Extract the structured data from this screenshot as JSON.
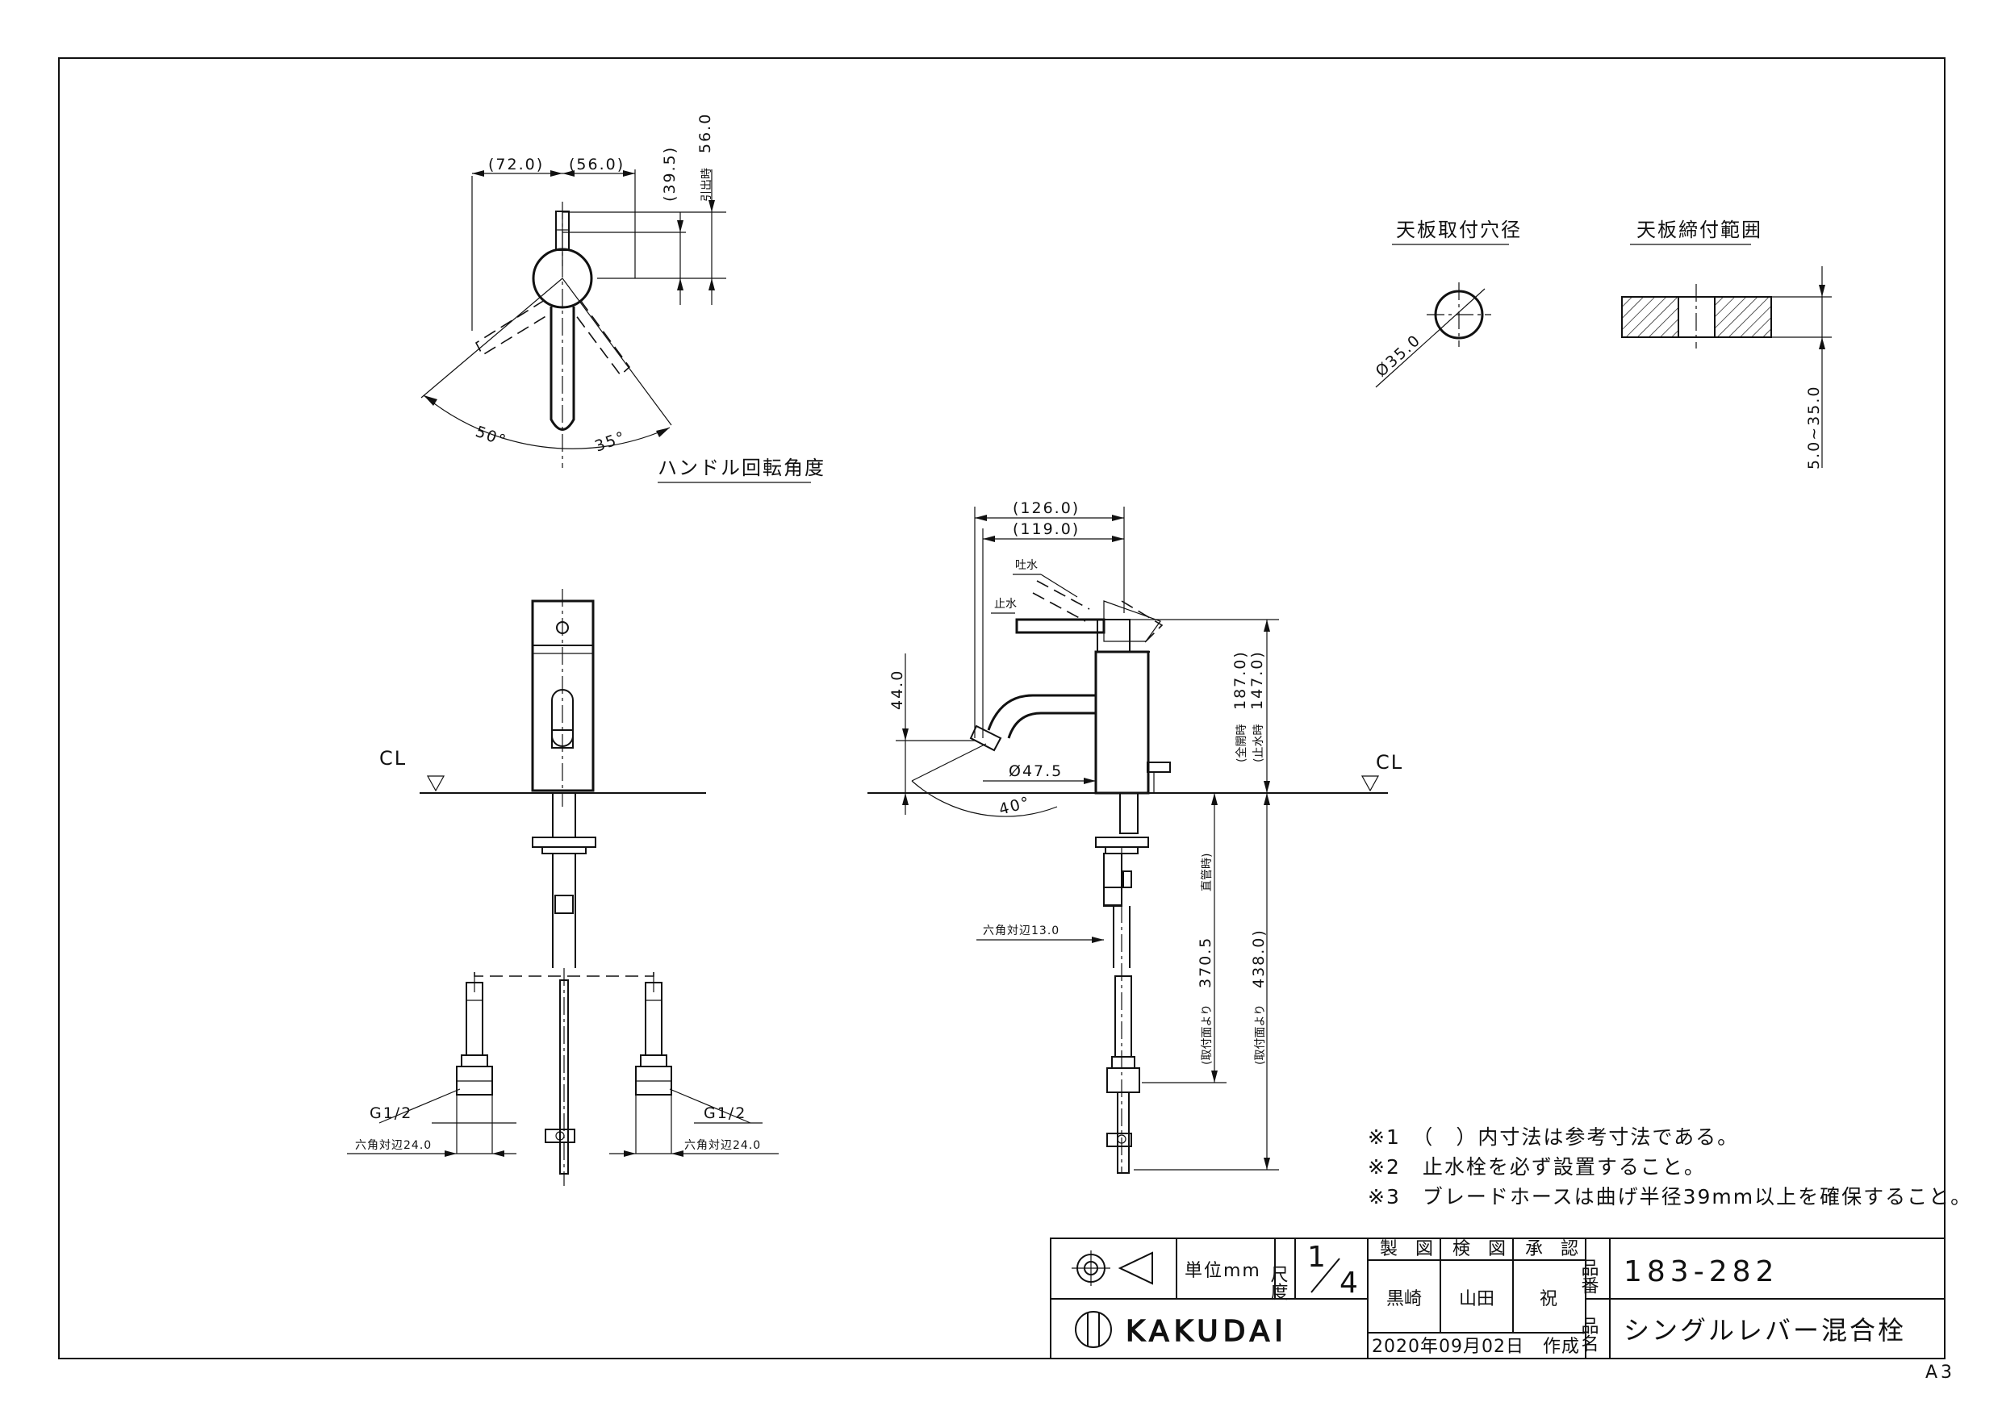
{
  "drawing": {
    "sheet_size": "A3",
    "views": {
      "rotation": {
        "title": "ハンドル回転角度",
        "dim_left": "(72.0)",
        "dim_right": "(56.0)",
        "dim_v1": "(39.5)",
        "dim_v2_prefix": "引出時",
        "dim_v2_value": "56.0",
        "angle_left": "50°",
        "angle_right": "35°"
      },
      "hole": {
        "title": "天板取付穴径",
        "dim": "Ø35.0"
      },
      "counter": {
        "title": "天板締付範囲",
        "dim": "5.0~35.0"
      },
      "front": {
        "cl": "CL",
        "g_left": "G1/2",
        "g_right": "G1/2",
        "hex_left": "六角対辺24.0",
        "hex_right": "六角対辺24.0"
      },
      "side": {
        "cl": "CL",
        "dim_top1": "(126.0)",
        "dim_top2": "(119.0)",
        "label_spout": "吐水",
        "label_stop": "止水",
        "dim_44": "44.0",
        "dim_dia": "Ø47.5",
        "angle": "40°",
        "full_open_prefix": "(全開時",
        "full_open_value": "187.0)",
        "stop_prefix": "(止水時",
        "stop_value": "147.0)",
        "hex13": "六角対辺13.0",
        "from_surface1_prefix": "(取付面より",
        "from_surface1_value": "370.5",
        "from_surface1_suffix": "直管時)",
        "from_surface2_prefix": "(取付面より",
        "from_surface2_value": "438.0)"
      }
    },
    "notes": [
      "※1　（　）内寸法は参考寸法である。",
      "※2　止水栓を必ず設置すること。",
      "※3　ブレードホースは曲げ半径39mm以上を確保すること。"
    ],
    "title_block": {
      "unit_label": "単位mm",
      "scale_label": "尺度",
      "scale_num": "1",
      "scale_den": "4",
      "role_headers": [
        "製　図",
        "検　図",
        "承　認"
      ],
      "role_names": [
        "黒崎",
        "山田",
        "祝"
      ],
      "date": "2020年09月02日　作成",
      "product_no_label": "品番",
      "product_no": "183-282",
      "product_name_label": "品名",
      "product_name": "シングルレバー混合栓",
      "logo_text": "KAKUDAI"
    }
  }
}
